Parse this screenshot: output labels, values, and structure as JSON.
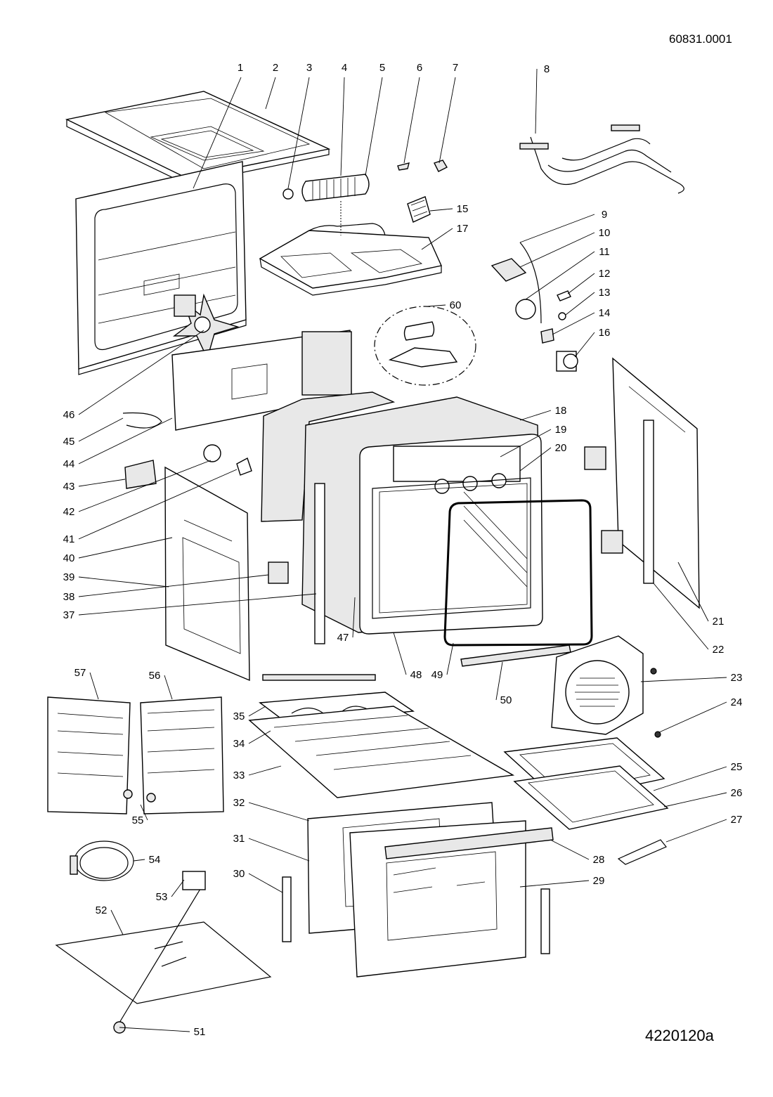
{
  "document_code": "60831.0001",
  "drawing_code": "4220120a",
  "part_numbers": [
    "1",
    "2",
    "3",
    "4",
    "5",
    "6",
    "7",
    "8",
    "9",
    "10",
    "11",
    "12",
    "13",
    "14",
    "15",
    "16",
    "17",
    "18",
    "19",
    "20",
    "21",
    "22",
    "23",
    "24",
    "25",
    "26",
    "27",
    "28",
    "29",
    "30",
    "31",
    "32",
    "33",
    "34",
    "35",
    "37",
    "38",
    "39",
    "40",
    "41",
    "42",
    "43",
    "44",
    "45",
    "46",
    "47",
    "48",
    "49",
    "50",
    "51",
    "52",
    "53",
    "54",
    "55",
    "56",
    "57",
    "60"
  ]
}
